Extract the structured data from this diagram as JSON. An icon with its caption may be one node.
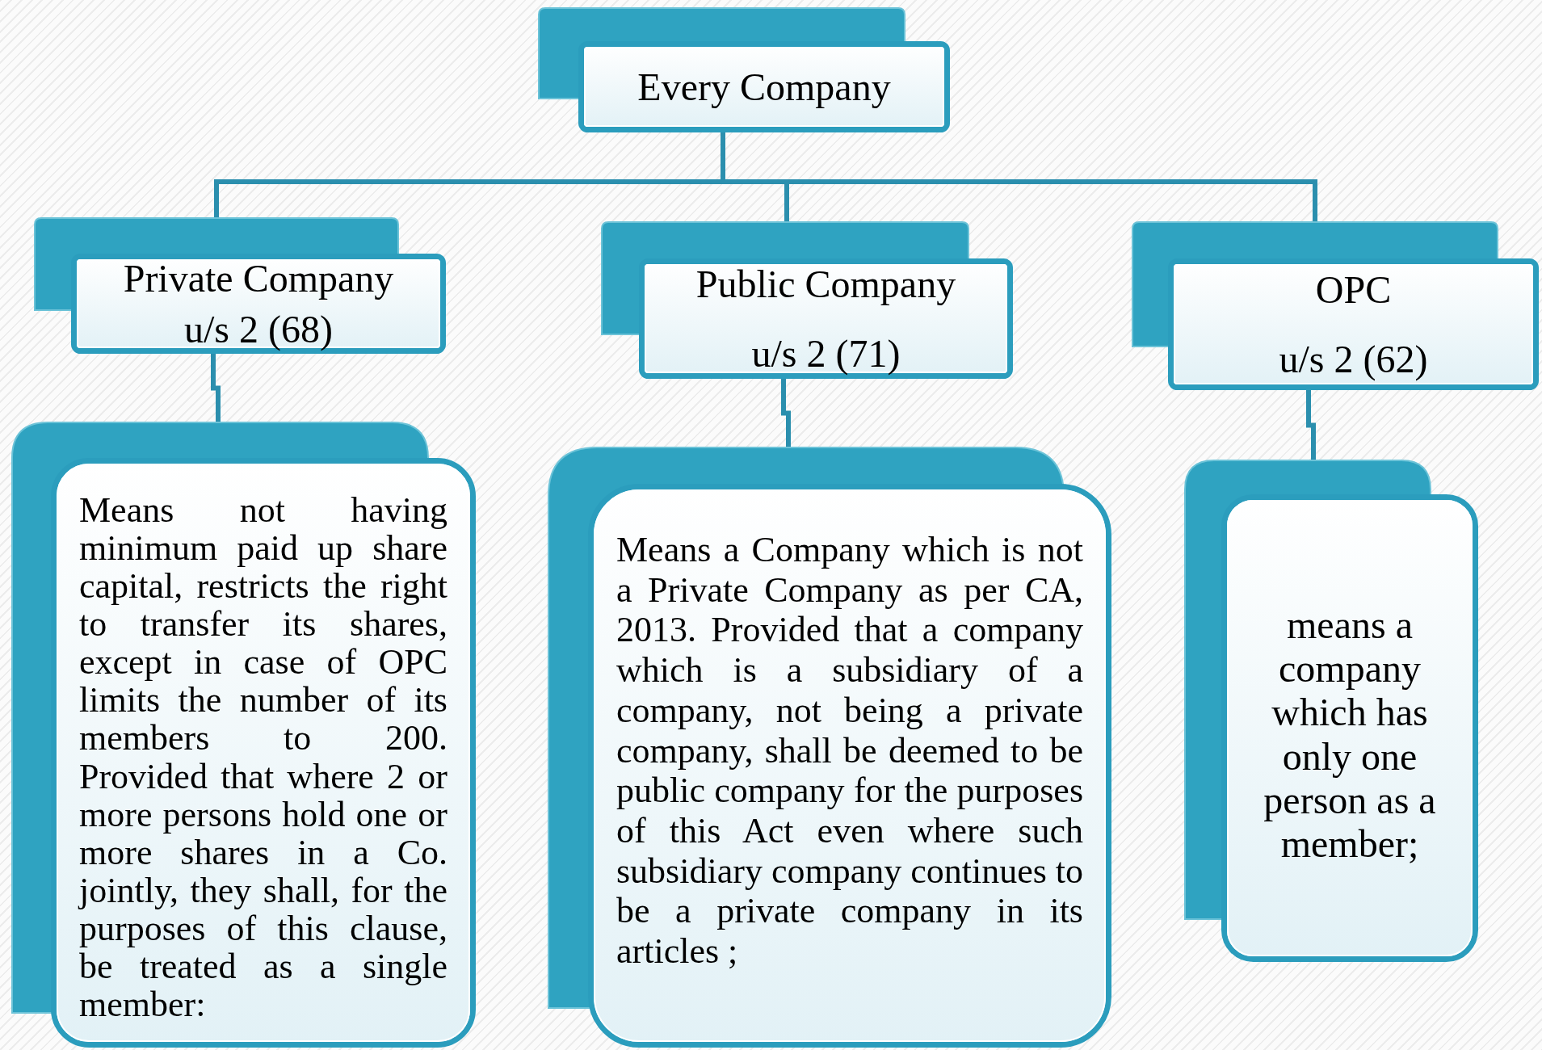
{
  "diagram": {
    "nodes": [
      {
        "text": [
          "Every Company"
        ]
      },
      {
        "text": [
          "Private Company",
          "u/s 2 (68)"
        ]
      },
      {
        "text": [
          "Public Company",
          "u/s 2 (71)"
        ]
      },
      {
        "text": [
          "OPC",
          "u/s 2 (62)"
        ]
      },
      {
        "text": [
          "Means not having minimum paid up share capital, restricts the right to transfer its shares, except in case of OPC limits the number of its members to 200. Provided that where 2 or more persons hold one or more shares in a Co. jointly, they shall, for the purposes of this clause, be treated as a single member:"
        ]
      },
      {
        "text": [
          "Means a Company which is not a Private Company as per CA, 2013. Provided that a company which is a subsidiary of a company, not being a private company, shall be deemed to be public company for the purposes of this Act even where such subsidiary company continues to be a private company in its articles ;"
        ]
      },
      {
        "text": [
          "means a company which has only one person as a member;"
        ]
      }
    ],
    "edges": [
      {
        "from": 0,
        "to": 1,
        "arrow": "none"
      },
      {
        "from": 0,
        "to": 2,
        "arrow": "none"
      },
      {
        "from": 0,
        "to": 3,
        "arrow": "none"
      },
      {
        "from": 1,
        "to": 4,
        "arrow": "none"
      },
      {
        "from": 2,
        "to": 5,
        "arrow": "none"
      },
      {
        "from": 3,
        "to": 6,
        "arrow": "none"
      }
    ]
  }
}
